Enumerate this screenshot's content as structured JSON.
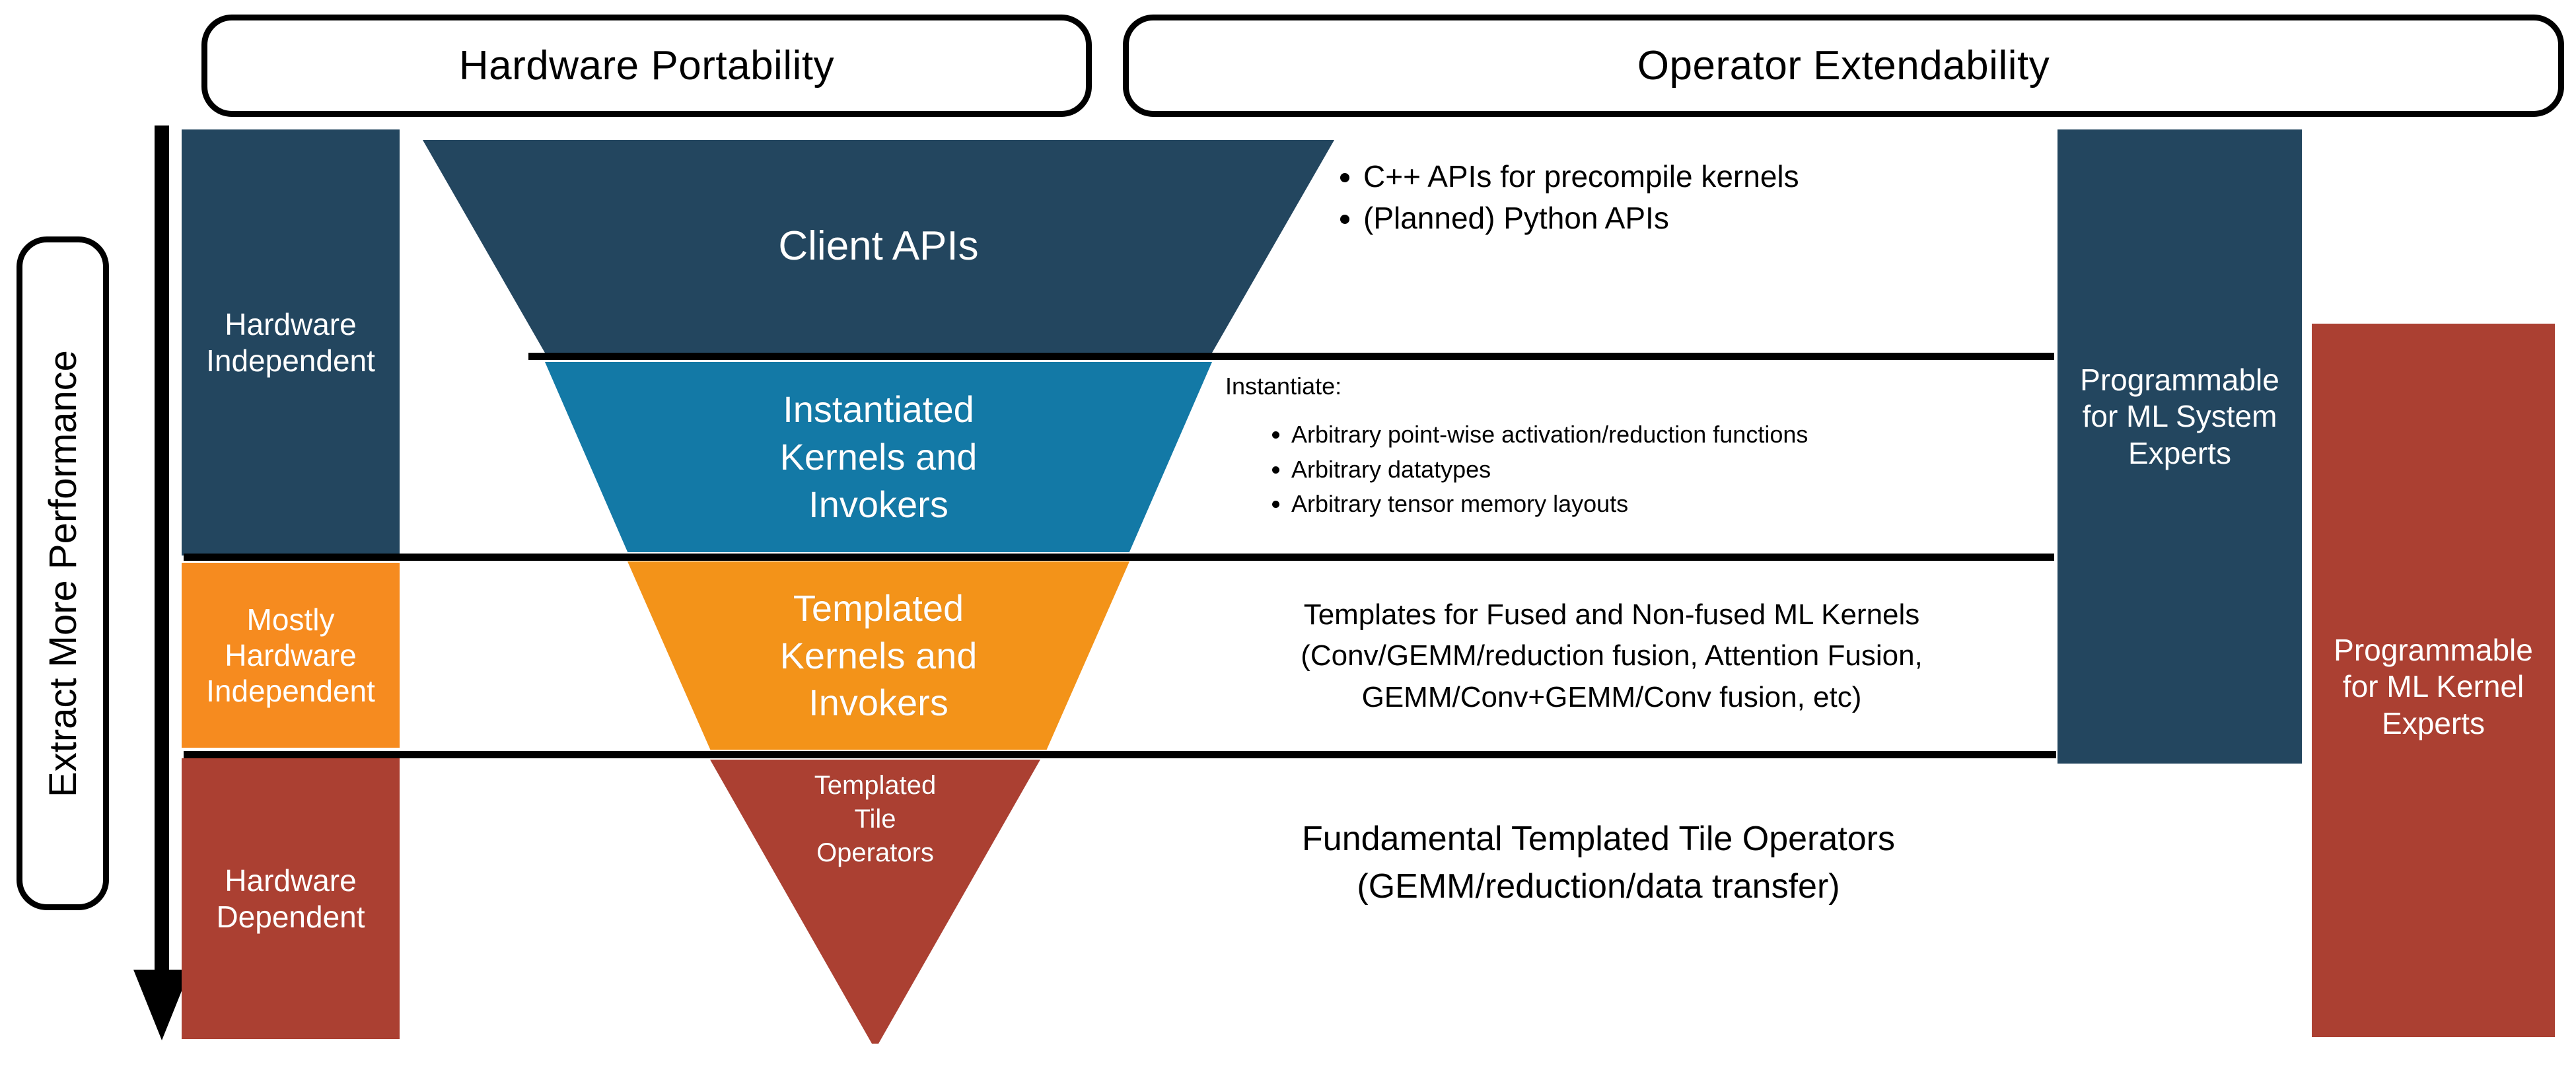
{
  "headers": {
    "hardware_portability": "Hardware Portability",
    "operator_extendability": "Operator Extendability"
  },
  "axis": {
    "vertical_label": "Extract More Performance",
    "arrow_direction": "down"
  },
  "left_bars": [
    {
      "label": "Hardware\nIndependent",
      "color": "#23465f"
    },
    {
      "label": "Mostly\nHardware\nIndependent",
      "color": "#f68b1f"
    },
    {
      "label": "Hardware\nDependent",
      "color": "#ab4032"
    }
  ],
  "funnel": [
    {
      "label": "Client APIs",
      "color": "#23465f"
    },
    {
      "label": "Instantiated\nKernels and\nInvokers",
      "color": "#1379a6"
    },
    {
      "label": "Templated\nKernels and\nInvokers",
      "color": "#f39319"
    },
    {
      "label": "Templated\nTile\nOperators",
      "color": "#ab4032"
    }
  ],
  "descriptions": {
    "client_apis_bullets": [
      "C++ APIs for precompile kernels",
      "(Planned) Python APIs"
    ],
    "instantiated_lead": "Instantiate:",
    "instantiated_bullets": [
      "Arbitrary point-wise activation/reduction functions",
      "Arbitrary datatypes",
      "Arbitrary tensor memory layouts"
    ],
    "templated_lines": [
      "Templates for Fused and Non-fused ML Kernels",
      "(Conv/GEMM/reduction fusion, Attention Fusion,",
      "GEMM/Conv+GEMM/Conv fusion, etc)"
    ],
    "tile_lines": [
      "Fundamental Templated Tile Operators",
      "(GEMM/reduction/data transfer)"
    ]
  },
  "right_bars": [
    {
      "label": "Programmable\nfor ML System\nExperts",
      "color": "#23465f"
    },
    {
      "label": "Programmable\nfor ML Kernel\nExperts",
      "color": "#ab4032"
    }
  ],
  "colors": {
    "dark_blue": "#23465f",
    "mid_blue": "#1379a6",
    "orange": "#f39319",
    "bright_orange": "#f68b1f",
    "red": "#ab4032",
    "outline": "#000000"
  }
}
